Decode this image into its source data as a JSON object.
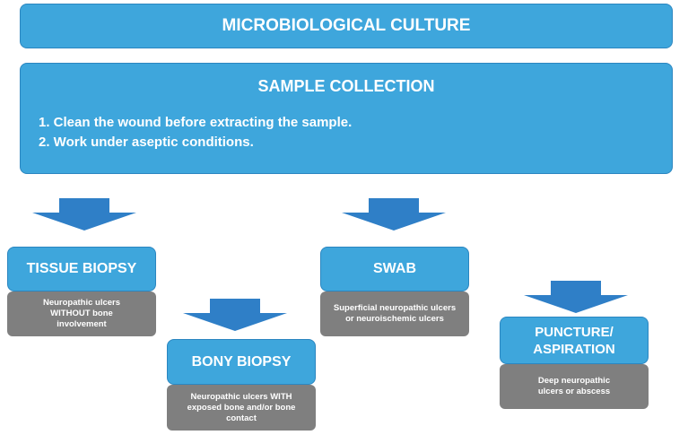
{
  "diagram": {
    "top_title": "MICROBIOLOGICAL CULTURE",
    "sample_collection": {
      "title": "SAMPLE COLLECTION",
      "steps": [
        "1. Clean the wound before extracting the sample.",
        "2. Work under aseptic conditions."
      ]
    },
    "methods": [
      {
        "title": "TISSUE BIOPSY",
        "description": "Neuropathic ulcers WITHOUT bone involvement"
      },
      {
        "title": "SWAB",
        "description": "Superficial neuropathic ulcers or neuroischemic ulcers"
      },
      {
        "title": "BONY BIOPSY",
        "description": "Neuropathic ulcers WITH exposed bone and/or bone contact"
      },
      {
        "title": "PUNCTURE/ ASPIRATION",
        "description": "Deep neuropathic ulcers or abscess"
      }
    ],
    "colors": {
      "box_fill": "#3ea6dc",
      "box_border": "#2b86c0",
      "arrow": "#2f7fc7",
      "note_fill": "#7f7f7f"
    }
  }
}
